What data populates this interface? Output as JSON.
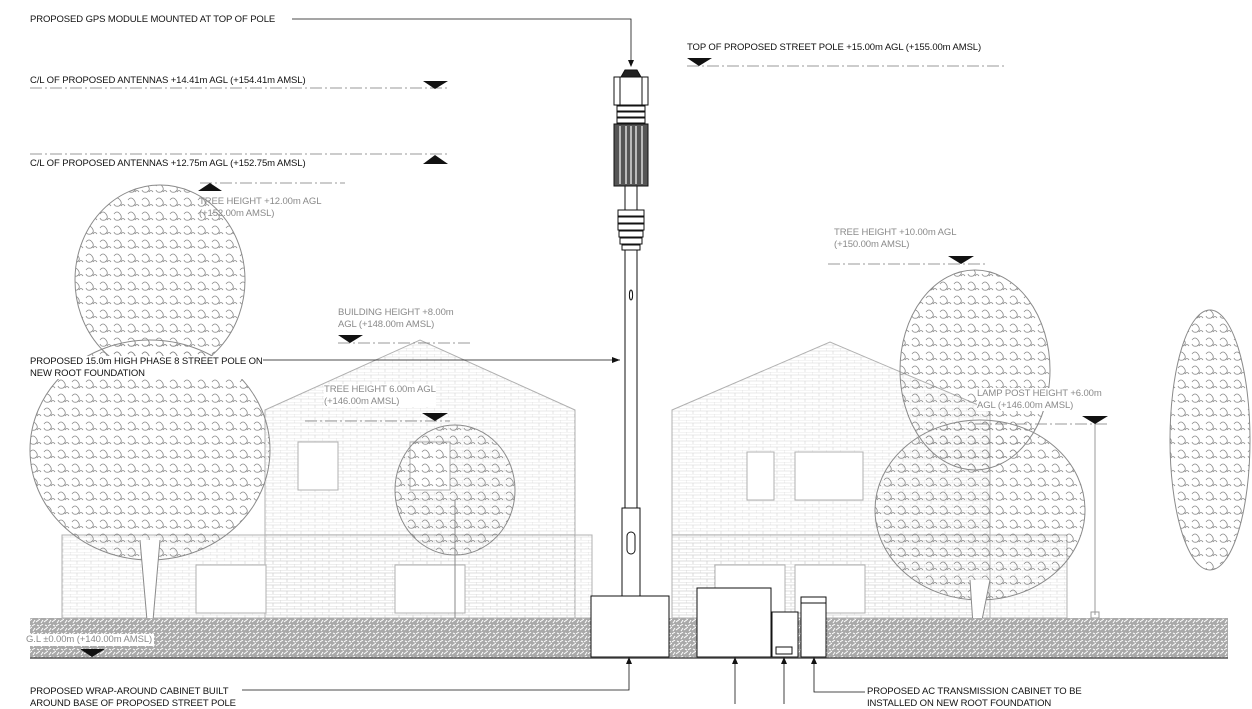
{
  "annotations": {
    "gps_module": "PROPOSED GPS MODULE MOUNTED AT TOP OF POLE",
    "top_of_pole": "TOP OF PROPOSED STREET POLE +15.00m AGL (+155.00m AMSL)",
    "antennas_upper": "C/L OF PROPOSED ANTENNAS +14.41m AGL (+154.41m AMSL)",
    "antennas_lower": "C/L OF PROPOSED ANTENNAS +12.75m AGL (+152.75m AMSL)",
    "tree_left_line1": "TREE HEIGHT +12.00m AGL",
    "tree_left_line2": "(+152.00m AMSL)",
    "tree_right_line1": "TREE HEIGHT +10.00m AGL",
    "tree_right_line2": "(+150.00m AMSL)",
    "building_line1": "BUILDING HEIGHT +8.00m",
    "building_line2": "AGL (+148.00m AMSL)",
    "pole_line1": "PROPOSED 15.0m HIGH PHASE 8 STREET POLE ON",
    "pole_line2": "NEW ROOT FOUNDATION",
    "tree_small_line1": "TREE HEIGHT 6.00m AGL",
    "tree_small_line2": "(+146.00m AMSL)",
    "lamp_line1": "LAMP POST HEIGHT +6.00m",
    "lamp_line2": "AGL (+146.00m AMSL)",
    "ground_level": "G.L ±0.00m (+140.00m AMSL)",
    "wrap_cabinet_line1": "PROPOSED WRAP-AROUND CABINET BUILT",
    "wrap_cabinet_line2": "AROUND BASE OF PROPOSED STREET POLE",
    "ac_cabinet_line1": "PROPOSED AC TRANSMISSION CABINET TO BE",
    "ac_cabinet_line2": "INSTALLED ON NEW ROOT FOUNDATION"
  },
  "colors": {
    "linework": "#111111",
    "context": "#9a9a9a",
    "hedge": "#8c8c8c"
  }
}
